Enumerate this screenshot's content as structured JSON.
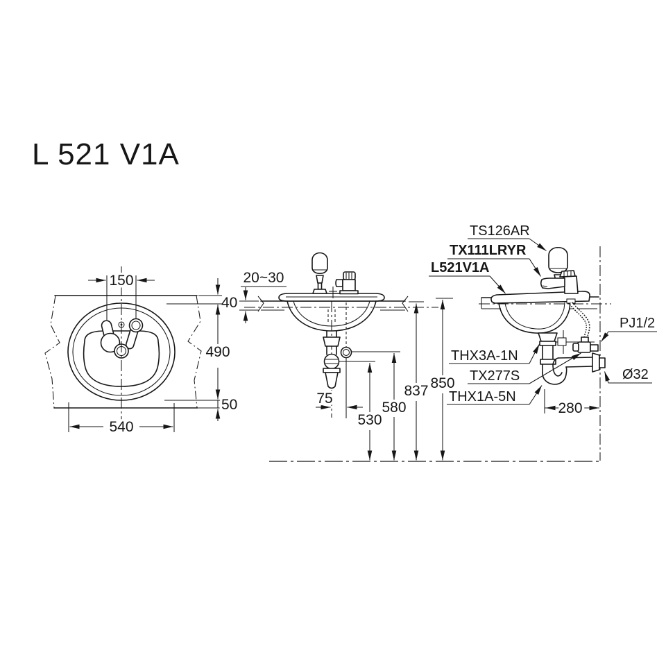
{
  "title": "L 521 V1A",
  "plan_view": {
    "faucet_hole_spacing": "150",
    "rim_to_back_edge": "40",
    "basin_depth": "490",
    "rim_to_front_edge": "50",
    "basin_width": "540"
  },
  "front_view": {
    "counter_thickness": "20~30",
    "drain_offset": "75",
    "trap_connection_height": "530",
    "chain_stay_height": "580",
    "counter_underside_height": "837"
  },
  "side_view": {
    "counter_top_height": "850",
    "trap_to_wall_distance": "280",
    "parts": {
      "dispenser": "TS126AR",
      "faucet": "TX111LRYR",
      "basin": "L521V1A",
      "drain_fitting": "THX3A-1N",
      "supply_hose": "TX277S",
      "trap": "THX1A-5N",
      "supply_connection": "PJ1/2",
      "waste_outlet": "Ø32"
    }
  }
}
